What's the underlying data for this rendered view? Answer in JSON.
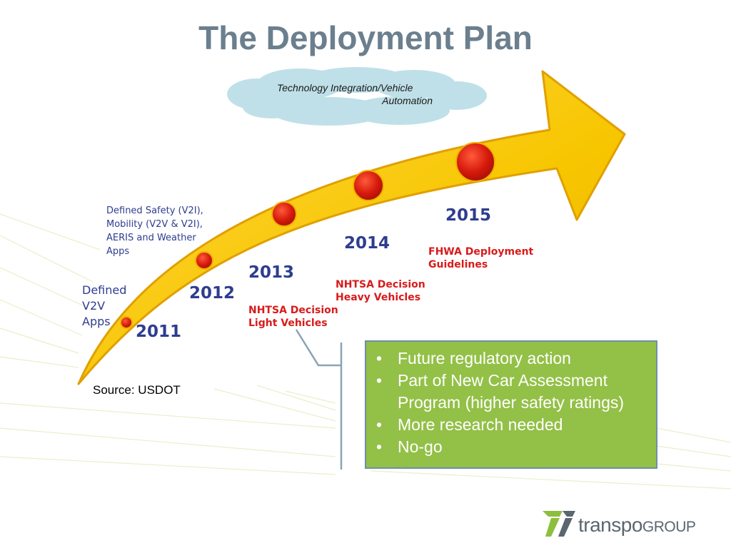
{
  "title": "The Deployment Plan",
  "cloud": {
    "line1": "Technology Integration/Vehicle",
    "line2": "Automation"
  },
  "milestones": [
    {
      "year": "2011",
      "note": [
        "Defined",
        "V2V",
        "Apps"
      ]
    },
    {
      "year": "2012",
      "note": [
        "Defined Safety (V2I),",
        "Mobility (V2V & V2I),",
        "AERIS and Weather",
        "Apps"
      ]
    },
    {
      "year": "2013",
      "note": [
        "NHTSA Decision",
        "Light Vehicles"
      ]
    },
    {
      "year": "2014",
      "note": [
        "NHTSA Decision",
        "Heavy Vehicles"
      ]
    },
    {
      "year": "2015",
      "note": [
        "FHWA Deployment",
        "Guidelines"
      ]
    }
  ],
  "source": "Source: USDOT",
  "outcomes": {
    "bullet": "•",
    "items": [
      "Future regulatory action",
      "Part of New Car Assessment Program (higher safety ratings)",
      "More research needed",
      "No-go"
    ]
  },
  "logo": {
    "text_main": "transpo",
    "text_group": "GROUP"
  },
  "colors": {
    "title": "#6b7f8e",
    "arrow": "#f7c600",
    "arrow_edge": "#e0a000",
    "cloud": "#bfe0e8",
    "dot": "#d61a0c",
    "year_text": "#2e3d8f",
    "red_text": "#d81b1b",
    "box": "#93c047",
    "logo_green": "#8dbf3f"
  }
}
